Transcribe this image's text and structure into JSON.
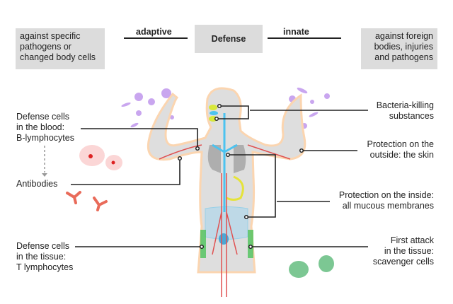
{
  "header": {
    "center_label": "Defense",
    "left_branch": "adaptive",
    "right_branch": "innate",
    "left_box": [
      "against specific",
      "pathogens or",
      "changed body cells"
    ],
    "right_box": [
      "against foreign",
      "bodies, injuries",
      "and pathogens"
    ]
  },
  "left_labels": {
    "blood": [
      "Defense cells",
      "in the blood:",
      "B-lymphocytes"
    ],
    "antibodies": "Antibodies",
    "tissue": [
      "Defense cells",
      "in the tissue:",
      "T lymphocytes"
    ]
  },
  "right_labels": {
    "bacteria": [
      "Bacteria-killing",
      "substances"
    ],
    "skin": [
      "Protection on the",
      "outside: the skin"
    ],
    "mucous": [
      "Protection on the inside:",
      "all mucous membranes"
    ],
    "scavenger": [
      "First attack",
      "in the tissue:",
      "scavenger cells"
    ]
  },
  "colors": {
    "box": "#dcdcdc",
    "line": "#222222",
    "virus": "#b48be0",
    "blood": "#e05050",
    "mucous": "#4cc3f0",
    "skin": "#f5a860",
    "tissue": "#4cc25a",
    "scavenger": "#6cbf85"
  }
}
